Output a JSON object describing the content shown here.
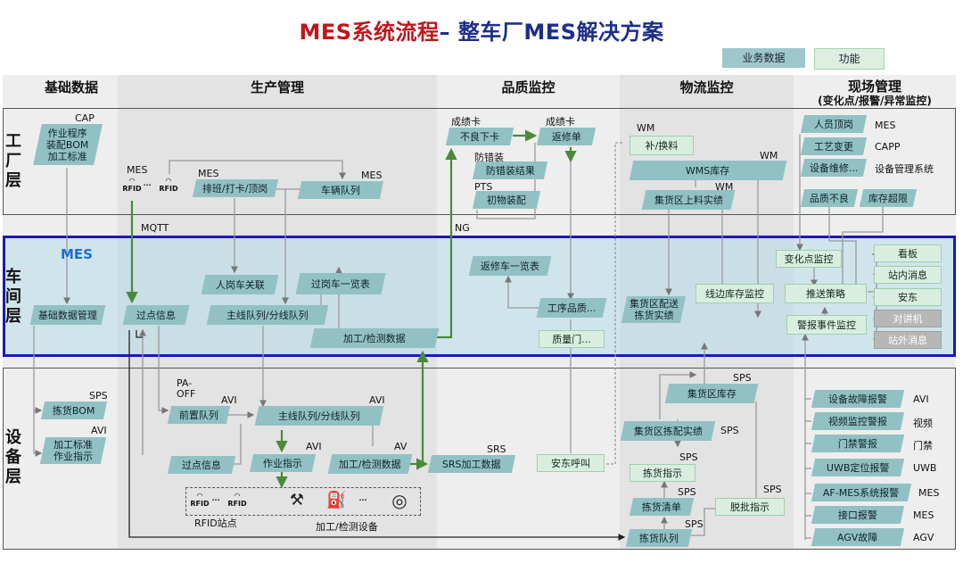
{
  "title": {
    "part1": "MES系统流程",
    "part2": "– 整车厂MES解决方案"
  },
  "legend": {
    "data": "业务数据",
    "func": "功能"
  },
  "columns": [
    "基础数据",
    "生产管理",
    "品质监控",
    "物流监控",
    "现场管理",
    "(变化点/报警/异常监控)"
  ],
  "layers": {
    "factory": "工\n厂\n层",
    "workshop": "车\n间\n层",
    "equipment": "设\n备\n层"
  },
  "colors": {
    "data_box": "#92c1c4",
    "func_box": "#d9eee0",
    "mes_band_border": "#1a1ab5",
    "title_red": "#c0161d",
    "title_blue": "#1c2e8c",
    "flow_green": "#4a8a3a"
  },
  "base": {
    "cap": "CAP",
    "box1": "作业程序\n装配BOM\n加工标准",
    "mgmt": "基础数据管理",
    "sps": "SPS",
    "pick_bom": "拣货BOM",
    "avi": "AVI",
    "std": "加工标准\n作业指示"
  },
  "prod": {
    "mes1": "MES",
    "rfid": "RFID",
    "mes2": "MES",
    "sched": "排班/打卡/顶岗",
    "mes3": "MES",
    "queue": "车辆队列",
    "mqtt": "MQTT",
    "mes_label": "MES",
    "bind": "人岗车关联",
    "pass_list": "过岗车一览表",
    "pass_info": "过点信息",
    "mainline": "主线队列/分线队列",
    "proc_data": "加工/检测数据",
    "paoff": "PA-\nOFF",
    "avi1": "AVI",
    "front_q": "前置队列",
    "avi2": "AVI",
    "mainline2": "主线队列/分线队列",
    "pass_info2": "过点信息",
    "work_inst": "作业指示",
    "avi3": "AVI",
    "av": "AV",
    "proc_data2": "加工/检测数据",
    "rfid_station": "RFID站点",
    "proc_dev": "加工/检测设备"
  },
  "quality": {
    "card1": "成绩卡",
    "card2": "成绩卡",
    "bad": "不良下卡",
    "repair": "返修单",
    "fool": "防错装",
    "fool_res": "防错装结果",
    "pts": "PTS",
    "init": "初物装配",
    "ng": "NG",
    "repair_list": "返修车一览表",
    "proc_q": "工序品质...",
    "gate": "质量门...",
    "srs": "SRS",
    "srs_data": "SRS加工数据",
    "andon": "安东呼叫"
  },
  "logistics": {
    "wm1": "WM",
    "refill": "补/换料",
    "wms": "WMS库存",
    "wm2": "WM",
    "wm3": "WM",
    "feed": "集货区上料实绩",
    "dist": "集货区配送\n拣货实绩",
    "line": "线边库存监控",
    "sps1": "SPS",
    "stock": "集货区库存",
    "pick_res": "集货区拣配实绩",
    "sps2": "SPS",
    "pick_inst": "拣货指示",
    "sps3": "SPS",
    "pick_list": "拣货清单",
    "sps4": "SPS",
    "sps5": "SPS",
    "split": "脱批指示",
    "pick_q": "拣货队列"
  },
  "site": {
    "staff": "人员顶岗",
    "mes": "MES",
    "craft": "工艺变更",
    "capp": "CAPP",
    "maint": "设备维修...",
    "eqmgmt": "设备管理系统",
    "badq": "品质不良",
    "overstock": "库存超限",
    "change": "变化点监控",
    "push": "推送策略",
    "alarm_mon": "警报事件监控",
    "board": "看板",
    "msg_in": "站内消息",
    "andon": "安东",
    "intercom": "对讲机",
    "msg_out": "站外消息",
    "alarms": [
      {
        "name": "设备故障报警",
        "src": "AVI"
      },
      {
        "name": "视频监控警报",
        "src": "视频"
      },
      {
        "name": "门禁警报",
        "src": "门禁"
      },
      {
        "name": "UWB定位报警",
        "src": "UWB"
      },
      {
        "name": "AF-MES系统报警",
        "src": "MES"
      },
      {
        "name": "接口报警",
        "src": "MES"
      },
      {
        "name": "AGV故障",
        "src": "AGV"
      }
    ]
  }
}
